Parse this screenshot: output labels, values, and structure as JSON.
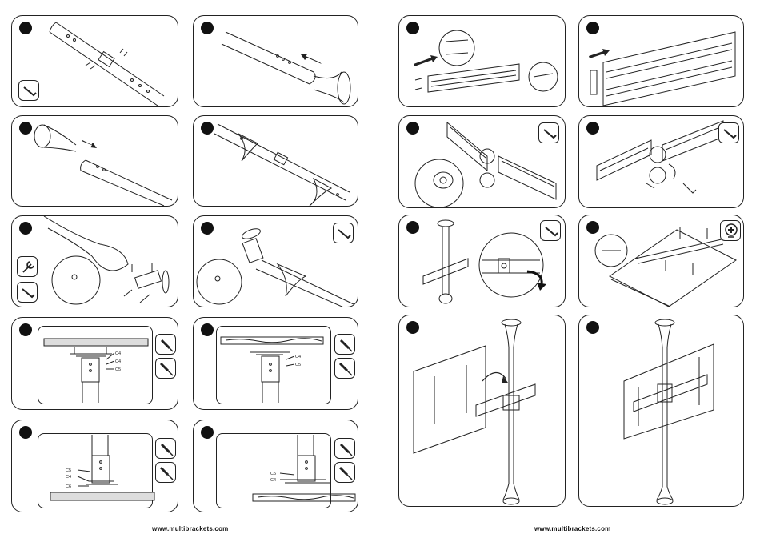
{
  "footer": {
    "left_url": "www.multibrackets.com",
    "right_url": "www.multibrackets.com"
  },
  "labels": {
    "c4": "C4",
    "c5": "C5",
    "c6": "C6"
  },
  "colors": {
    "ink": "#222222",
    "panel_border": "#222222",
    "step_marker": "#111111",
    "background": "#ffffff"
  },
  "icons": [
    "step-marker-icon",
    "hex-key-icon",
    "wrench-icon",
    "screwdriver-icon",
    "phillips-screwdriver-icon",
    "arrow-icon"
  ]
}
